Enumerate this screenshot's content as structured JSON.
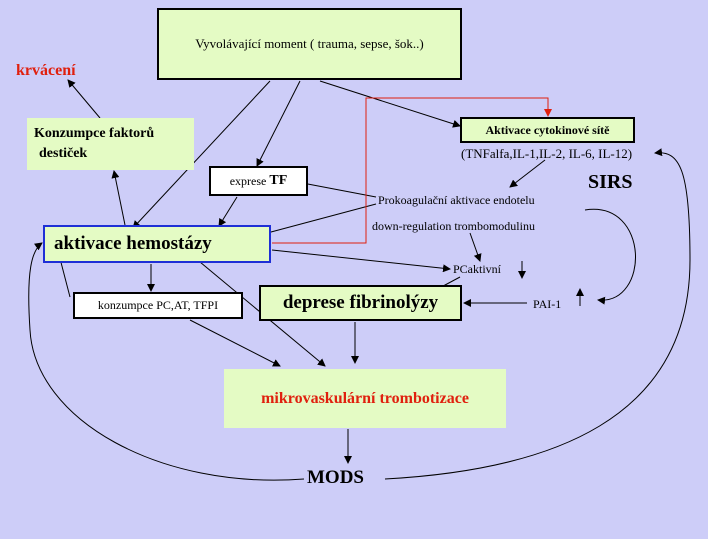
{
  "nodes": {
    "trigger": "Vyvolávající moment ( trauma, sepse, šok..)",
    "bleeding": "krvácení",
    "platelets_line1": "Konzumpce faktorů",
    "platelets_line2": "destiček",
    "cytokine_activation": "Aktivace cytokinové sítě",
    "cytokine_list": "(TNFalfa,IL-1,IL-2, IL-6, IL-12)",
    "sirs": "SIRS",
    "tf_prefix": "exprese",
    "tf_bold": "TF",
    "procoagulant": "Prokoagulační aktivace endotelu",
    "downregulation": "down-regulation trombomodulinu",
    "hemostasis": "aktivace hemostázy",
    "pc_active": "PCaktivní",
    "consumption": "konzumpce PC,AT, TFPI",
    "fibrinolysis": "deprese fibrinolýzy",
    "pai": "PAI-1",
    "microvascular": "mikrovaskulární trombotizace",
    "mods": "MODS"
  },
  "colors": {
    "background": "#cdcdf8",
    "box_fill": "#e4fbc4",
    "accent_red": "#e0200e",
    "hemostasis_border": "#1e2fd6",
    "feedback_line": "#e0200e"
  }
}
